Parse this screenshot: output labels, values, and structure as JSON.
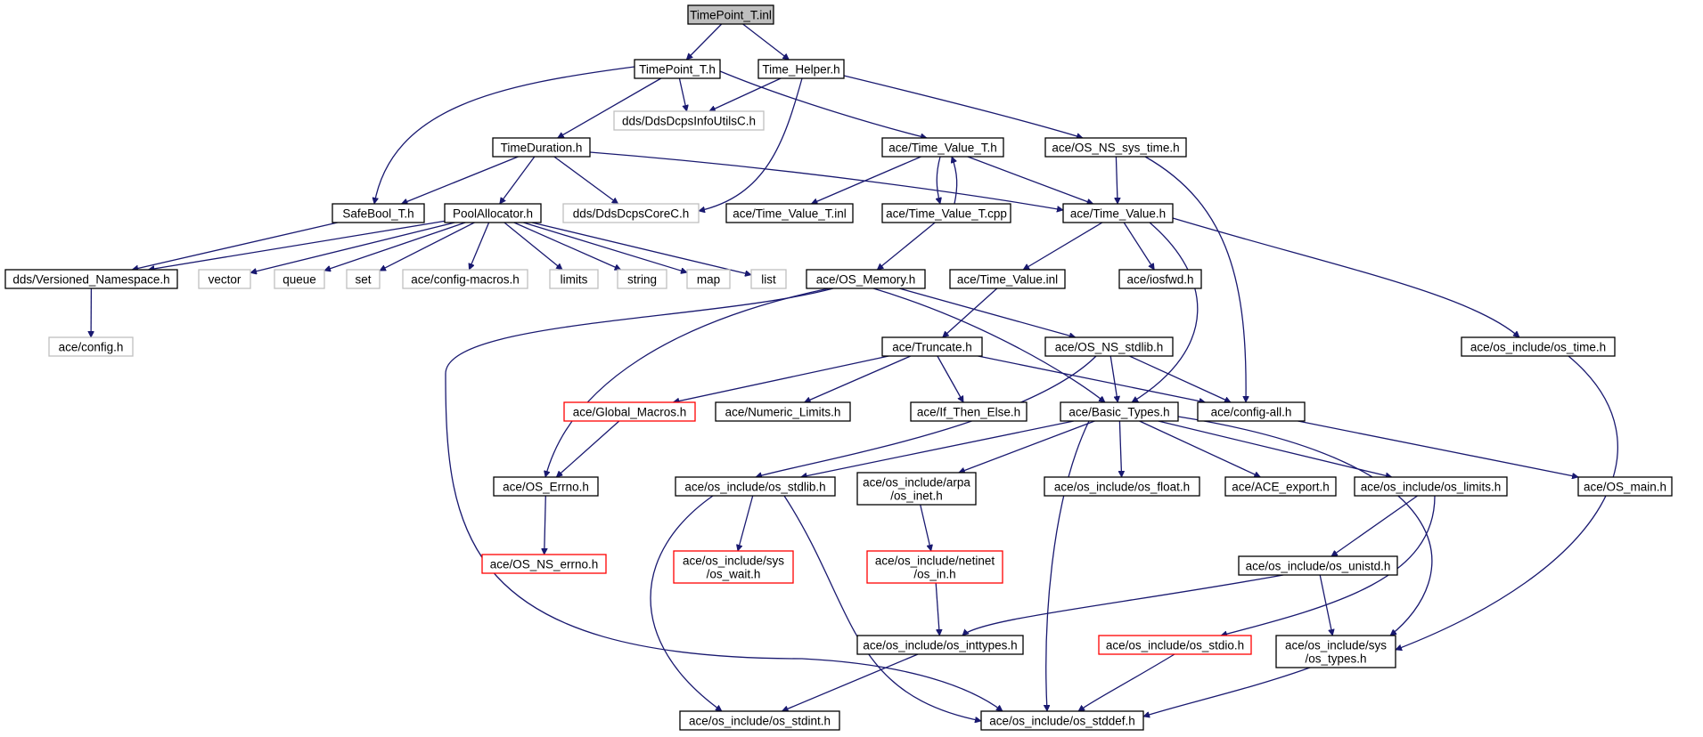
{
  "diagram": {
    "nodes": [
      {
        "id": "tp_inl",
        "lines": [
          "TimePoint_T.inl"
        ],
        "kind": "root"
      },
      {
        "id": "tp_h",
        "lines": [
          "TimePoint_T.h"
        ],
        "kind": "normal"
      },
      {
        "id": "th_h",
        "lines": [
          "Time_Helper.h"
        ],
        "kind": "normal"
      },
      {
        "id": "infoutils",
        "lines": [
          "dds/DdsDcpsInfoUtilsC.h"
        ],
        "kind": "missing"
      },
      {
        "id": "tdur",
        "lines": [
          "TimeDuration.h"
        ],
        "kind": "normal"
      },
      {
        "id": "tvt_h",
        "lines": [
          "ace/Time_Value_T.h"
        ],
        "kind": "normal"
      },
      {
        "id": "nssys",
        "lines": [
          "ace/OS_NS_sys_time.h"
        ],
        "kind": "normal"
      },
      {
        "id": "safebool",
        "lines": [
          "SafeBool_T.h"
        ],
        "kind": "normal"
      },
      {
        "id": "pool",
        "lines": [
          "PoolAllocator.h"
        ],
        "kind": "normal"
      },
      {
        "id": "corec",
        "lines": [
          "dds/DdsDcpsCoreC.h"
        ],
        "kind": "missing"
      },
      {
        "id": "tvt_inl",
        "lines": [
          "ace/Time_Value_T.inl"
        ],
        "kind": "normal"
      },
      {
        "id": "tvt_cpp",
        "lines": [
          "ace/Time_Value_T.cpp"
        ],
        "kind": "normal"
      },
      {
        "id": "tv_h",
        "lines": [
          "ace/Time_Value.h"
        ],
        "kind": "normal"
      },
      {
        "id": "vns",
        "lines": [
          "dds/Versioned_Namespace.h"
        ],
        "kind": "normal"
      },
      {
        "id": "vector",
        "lines": [
          "vector"
        ],
        "kind": "missing"
      },
      {
        "id": "queue",
        "lines": [
          "queue"
        ],
        "kind": "missing"
      },
      {
        "id": "set",
        "lines": [
          "set"
        ],
        "kind": "missing"
      },
      {
        "id": "cfgmacros",
        "lines": [
          "ace/config-macros.h"
        ],
        "kind": "missing"
      },
      {
        "id": "limits",
        "lines": [
          "limits"
        ],
        "kind": "missing"
      },
      {
        "id": "string",
        "lines": [
          "string"
        ],
        "kind": "missing"
      },
      {
        "id": "map",
        "lines": [
          "map"
        ],
        "kind": "missing"
      },
      {
        "id": "list",
        "lines": [
          "list"
        ],
        "kind": "missing"
      },
      {
        "id": "osmem",
        "lines": [
          "ace/OS_Memory.h"
        ],
        "kind": "normal"
      },
      {
        "id": "tv_inl",
        "lines": [
          "ace/Time_Value.inl"
        ],
        "kind": "normal"
      },
      {
        "id": "iosfwd",
        "lines": [
          "ace/iosfwd.h"
        ],
        "kind": "normal"
      },
      {
        "id": "config",
        "lines": [
          "ace/config.h"
        ],
        "kind": "missing"
      },
      {
        "id": "trunc",
        "lines": [
          "ace/Truncate.h"
        ],
        "kind": "normal"
      },
      {
        "id": "nsstdlib",
        "lines": [
          "ace/OS_NS_stdlib.h"
        ],
        "kind": "normal"
      },
      {
        "id": "ostime",
        "lines": [
          "ace/os_include/os_time.h"
        ],
        "kind": "normal"
      },
      {
        "id": "glob",
        "lines": [
          "ace/Global_Macros.h"
        ],
        "kind": "incomplete"
      },
      {
        "id": "numlim",
        "lines": [
          "ace/Numeric_Limits.h"
        ],
        "kind": "normal"
      },
      {
        "id": "ifte",
        "lines": [
          "ace/If_Then_Else.h"
        ],
        "kind": "normal"
      },
      {
        "id": "basic",
        "lines": [
          "ace/Basic_Types.h"
        ],
        "kind": "normal"
      },
      {
        "id": "cfgall",
        "lines": [
          "ace/config-all.h"
        ],
        "kind": "normal"
      },
      {
        "id": "errno",
        "lines": [
          "ace/OS_Errno.h"
        ],
        "kind": "normal"
      },
      {
        "id": "osstdlib",
        "lines": [
          "ace/os_include/os_stdlib.h"
        ],
        "kind": "normal"
      },
      {
        "id": "arpa",
        "lines": [
          "ace/os_include/arpa",
          "/os_inet.h"
        ],
        "kind": "normal"
      },
      {
        "id": "osfloat",
        "lines": [
          "ace/os_include/os_float.h"
        ],
        "kind": "normal"
      },
      {
        "id": "aceexp",
        "lines": [
          "ace/ACE_export.h"
        ],
        "kind": "normal"
      },
      {
        "id": "oslimits",
        "lines": [
          "ace/os_include/os_limits.h"
        ],
        "kind": "normal"
      },
      {
        "id": "osmain",
        "lines": [
          "ace/OS_main.h"
        ],
        "kind": "normal"
      },
      {
        "id": "nserrno",
        "lines": [
          "ace/OS_NS_errno.h"
        ],
        "kind": "incomplete"
      },
      {
        "id": "oswait",
        "lines": [
          "ace/os_include/sys",
          "/os_wait.h"
        ],
        "kind": "incomplete"
      },
      {
        "id": "netinet",
        "lines": [
          "ace/os_include/netinet",
          "/os_in.h"
        ],
        "kind": "incomplete"
      },
      {
        "id": "unistd",
        "lines": [
          "ace/os_include/os_unistd.h"
        ],
        "kind": "normal"
      },
      {
        "id": "inttypes",
        "lines": [
          "ace/os_include/os_inttypes.h"
        ],
        "kind": "normal"
      },
      {
        "id": "osstdio",
        "lines": [
          "ace/os_include/os_stdio.h"
        ],
        "kind": "incomplete"
      },
      {
        "id": "ostypes",
        "lines": [
          "ace/os_include/sys",
          "/os_types.h"
        ],
        "kind": "normal"
      },
      {
        "id": "stdint",
        "lines": [
          "ace/os_include/os_stdint.h"
        ],
        "kind": "normal"
      },
      {
        "id": "stddef",
        "lines": [
          "ace/os_include/os_stddef.h"
        ],
        "kind": "normal"
      }
    ],
    "edges": [
      [
        "tp_inl",
        "tp_h"
      ],
      [
        "tp_inl",
        "th_h"
      ],
      [
        "tp_h",
        "infoutils"
      ],
      [
        "tp_h",
        "tdur"
      ],
      [
        "tp_h",
        "tvt_h"
      ],
      [
        "tp_h",
        "safebool"
      ],
      [
        "th_h",
        "infoutils"
      ],
      [
        "th_h",
        "nssys"
      ],
      [
        "th_h",
        "corec"
      ],
      [
        "tdur",
        "safebool"
      ],
      [
        "tdur",
        "pool"
      ],
      [
        "tdur",
        "corec"
      ],
      [
        "tdur",
        "tv_h"
      ],
      [
        "tvt_h",
        "tvt_inl"
      ],
      [
        "tvt_h",
        "tvt_cpp"
      ],
      [
        "tvt_h",
        "tv_h"
      ],
      [
        "tvt_cpp",
        "tvt_h"
      ],
      [
        "tvt_cpp",
        "osmem"
      ],
      [
        "nssys",
        "tv_h"
      ],
      [
        "nssys",
        "cfgall"
      ],
      [
        "safebool",
        "vns"
      ],
      [
        "pool",
        "vns"
      ],
      [
        "pool",
        "vector"
      ],
      [
        "pool",
        "queue"
      ],
      [
        "pool",
        "set"
      ],
      [
        "pool",
        "cfgmacros"
      ],
      [
        "pool",
        "limits"
      ],
      [
        "pool",
        "string"
      ],
      [
        "pool",
        "map"
      ],
      [
        "pool",
        "list"
      ],
      [
        "vns",
        "config"
      ],
      [
        "tv_h",
        "tv_inl"
      ],
      [
        "tv_h",
        "iosfwd"
      ],
      [
        "tv_h",
        "basic"
      ],
      [
        "tv_h",
        "ostime"
      ],
      [
        "tv_inl",
        "trunc"
      ],
      [
        "osmem",
        "errno"
      ],
      [
        "osmem",
        "basic"
      ],
      [
        "osmem",
        "nsstdlib"
      ],
      [
        "osmem",
        "stddef"
      ],
      [
        "trunc",
        "glob"
      ],
      [
        "trunc",
        "numlim"
      ],
      [
        "trunc",
        "ifte"
      ],
      [
        "trunc",
        "cfgall"
      ],
      [
        "nsstdlib",
        "basic"
      ],
      [
        "nsstdlib",
        "cfgall"
      ],
      [
        "nsstdlib",
        "osstdlib"
      ],
      [
        "ostime",
        "ostypes"
      ],
      [
        "glob",
        "errno"
      ],
      [
        "errno",
        "nserrno"
      ],
      [
        "basic",
        "osstdlib"
      ],
      [
        "basic",
        "arpa"
      ],
      [
        "basic",
        "osfloat"
      ],
      [
        "basic",
        "aceexp"
      ],
      [
        "basic",
        "oslimits"
      ],
      [
        "basic",
        "stddef"
      ],
      [
        "basic",
        "ostypes"
      ],
      [
        "cfgall",
        "osmain"
      ],
      [
        "osstdlib",
        "oswait"
      ],
      [
        "osstdlib",
        "stdint"
      ],
      [
        "osstdlib",
        "stddef"
      ],
      [
        "arpa",
        "netinet"
      ],
      [
        "netinet",
        "inttypes"
      ],
      [
        "oslimits",
        "unistd"
      ],
      [
        "oslimits",
        "osstdio"
      ],
      [
        "unistd",
        "inttypes"
      ],
      [
        "unistd",
        "ostypes"
      ],
      [
        "inttypes",
        "stdint"
      ],
      [
        "osstdio",
        "stddef"
      ],
      [
        "ostypes",
        "stddef"
      ]
    ]
  }
}
